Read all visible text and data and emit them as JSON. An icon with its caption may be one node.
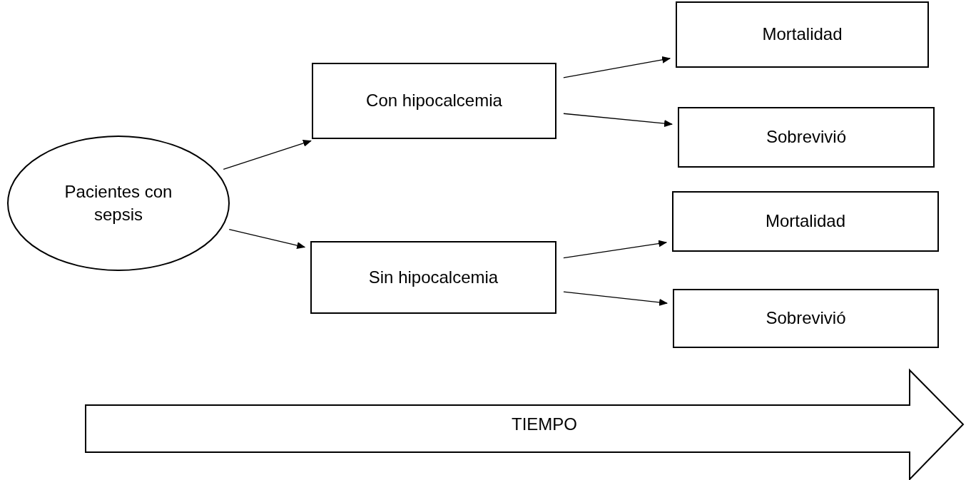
{
  "diagram": {
    "nodes": [
      {
        "text": [
          "Pacientes con sepsis"
        ]
      },
      {
        "text": [
          "Con hipocalcemia"
        ]
      },
      {
        "text": [
          "Sin hipocalcemia"
        ]
      },
      {
        "text": [
          "Mortalidad"
        ]
      },
      {
        "text": [
          "Sobrevivió"
        ]
      },
      {
        "text": [
          "Mortalidad"
        ]
      },
      {
        "text": [
          "Sobrevivió"
        ]
      },
      {
        "text": [
          "TIEMPO"
        ]
      }
    ],
    "edges": [
      {
        "from": 0,
        "to": 1,
        "arrow": "to"
      },
      {
        "from": 0,
        "to": 2,
        "arrow": "to"
      },
      {
        "from": 1,
        "to": 3,
        "arrow": "to"
      },
      {
        "from": 1,
        "to": 4,
        "arrow": "to"
      },
      {
        "from": 2,
        "to": 5,
        "arrow": "to"
      },
      {
        "from": 2,
        "to": 6,
        "arrow": "to"
      }
    ]
  }
}
